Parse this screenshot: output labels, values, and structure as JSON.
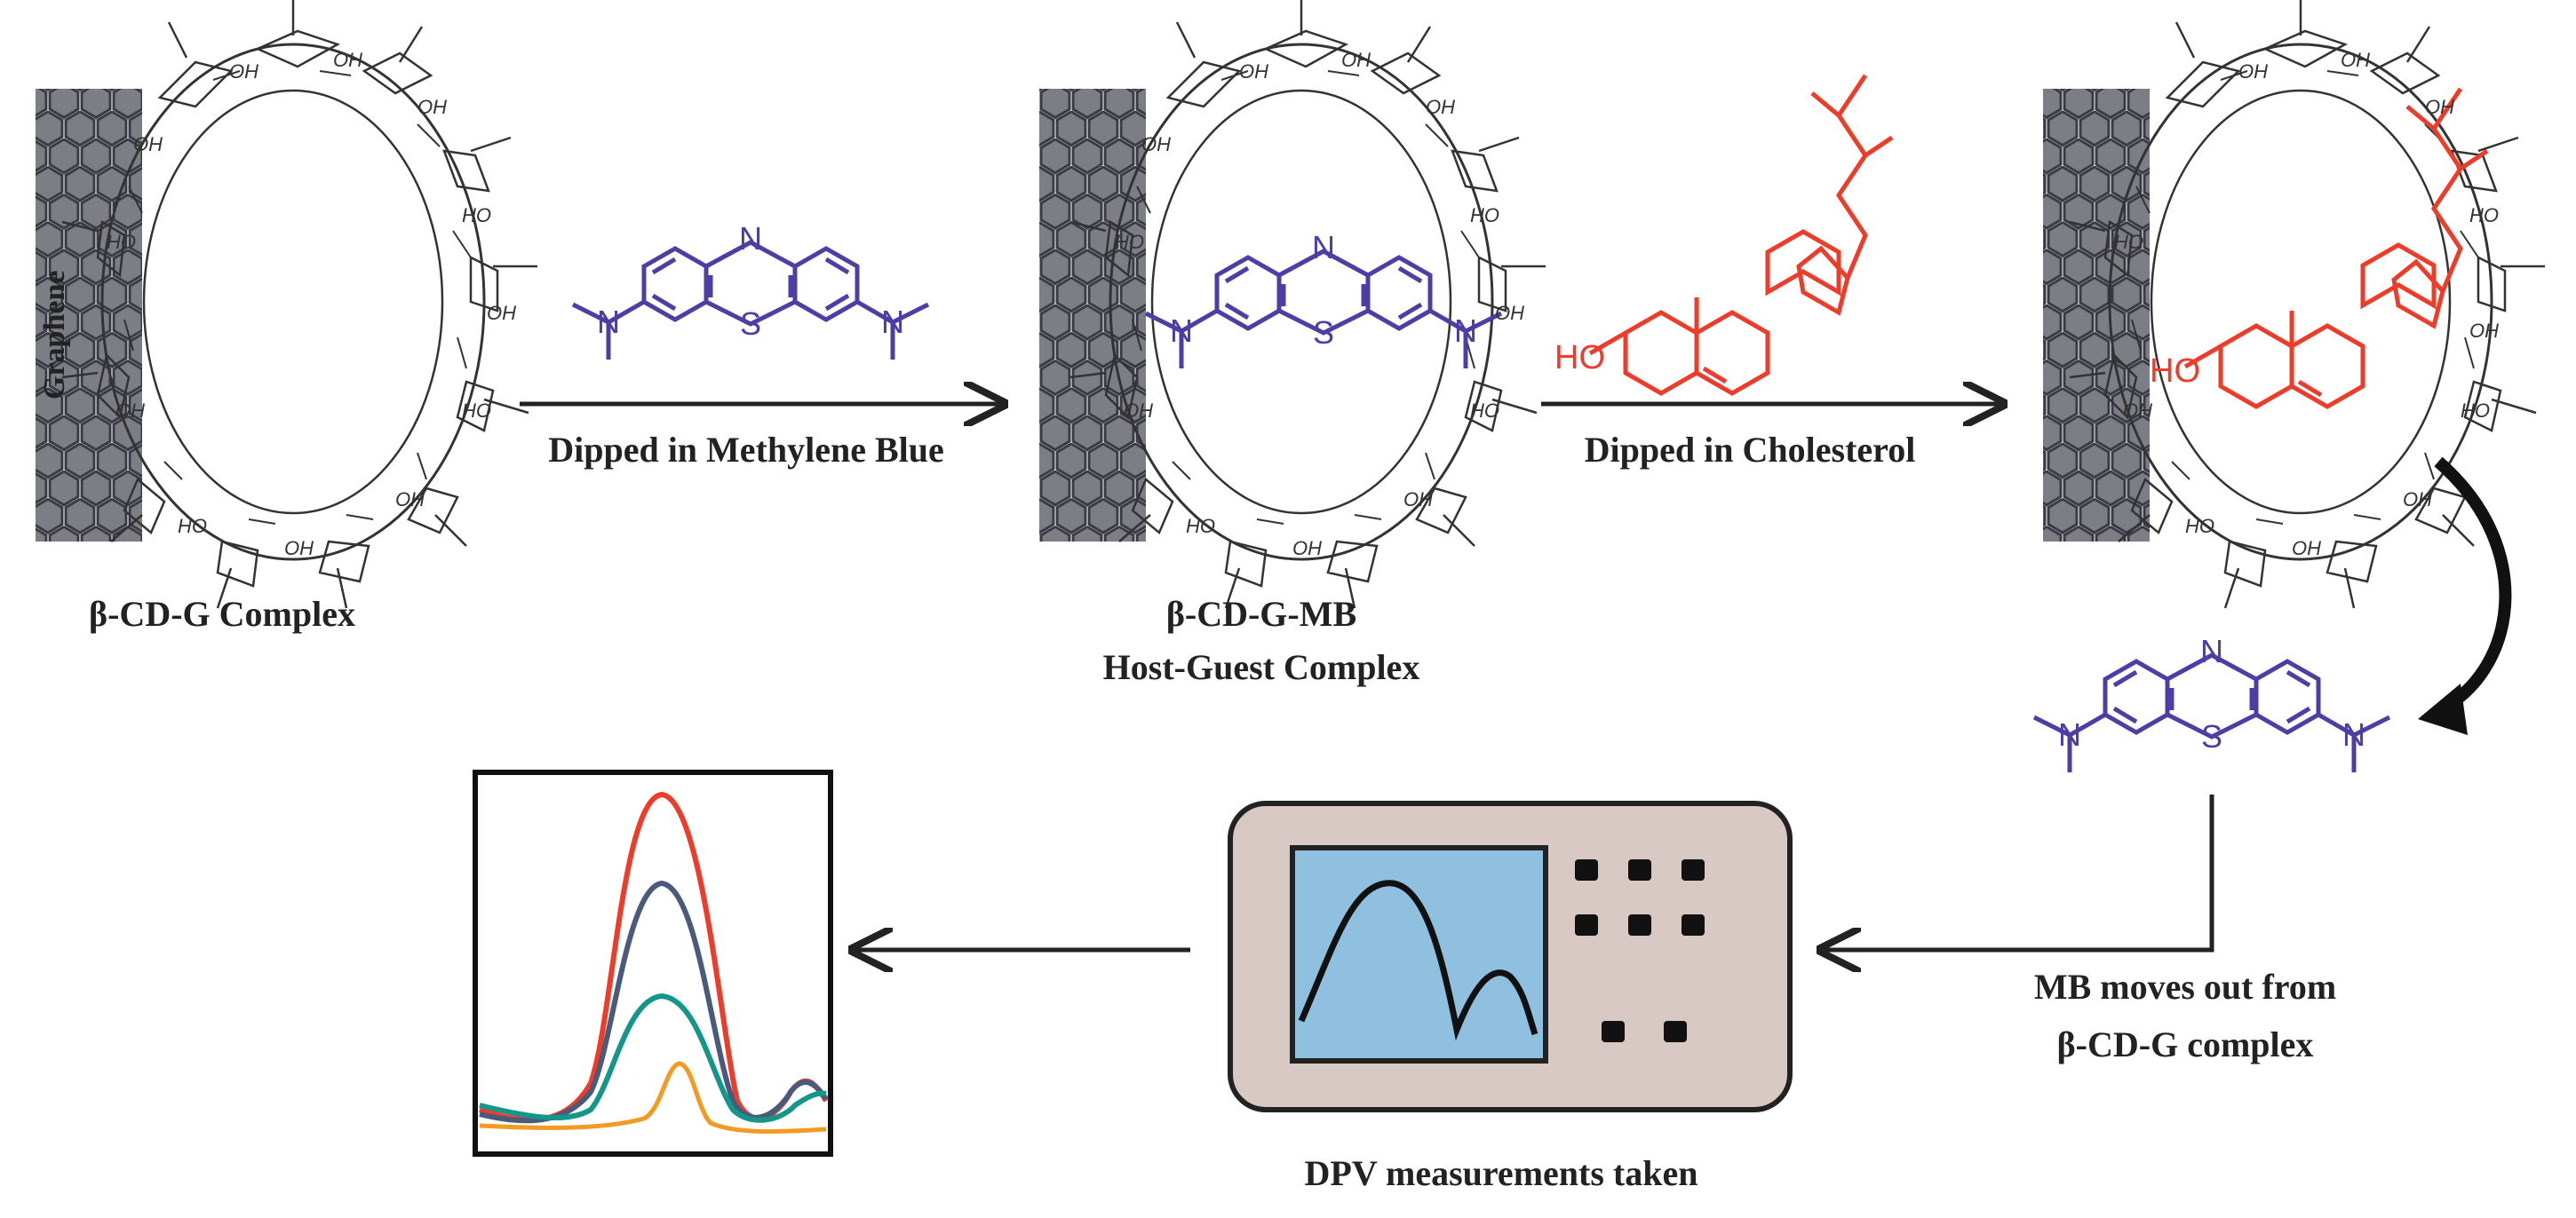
{
  "labels": {
    "graphene": "Graphene",
    "complex1": "β-CD-G Complex",
    "complex2_line1": "β-CD-G-MB",
    "complex2_line2": "Host-Guest Complex",
    "step1": "Dipped in Methylene Blue",
    "step2": "Dipped in Cholesterol",
    "mb_out_line1": "MB moves out from",
    "mb_out_line2": "β-CD-G complex",
    "dpv": "DPV measurements taken"
  },
  "atoms": {
    "nitrogen": "N",
    "sulfur": "S",
    "hydroxyl": "HO",
    "cd_oh": "OH"
  },
  "colors": {
    "methylene_blue": "#4b3fa6",
    "cholesterol": "#ee3b2a",
    "graphene_fill": "#7d7d85",
    "graphene_stroke": "#3a3a44",
    "arrow": "#222222",
    "instrument_body": "#d9c9c5",
    "instrument_screen": "#8fc0e0",
    "curve_red": "#ee3b2a",
    "curve_slate": "#4a5a7a",
    "curve_teal": "#15968a",
    "curve_orange": "#f39a22"
  },
  "icons": [
    "graphene-sheet-icon",
    "beta-cyclodextrin-icon",
    "methylene-blue-molecule-icon",
    "cholesterol-molecule-icon",
    "potentiostat-instrument-icon",
    "dpv-plot-icon"
  ]
}
